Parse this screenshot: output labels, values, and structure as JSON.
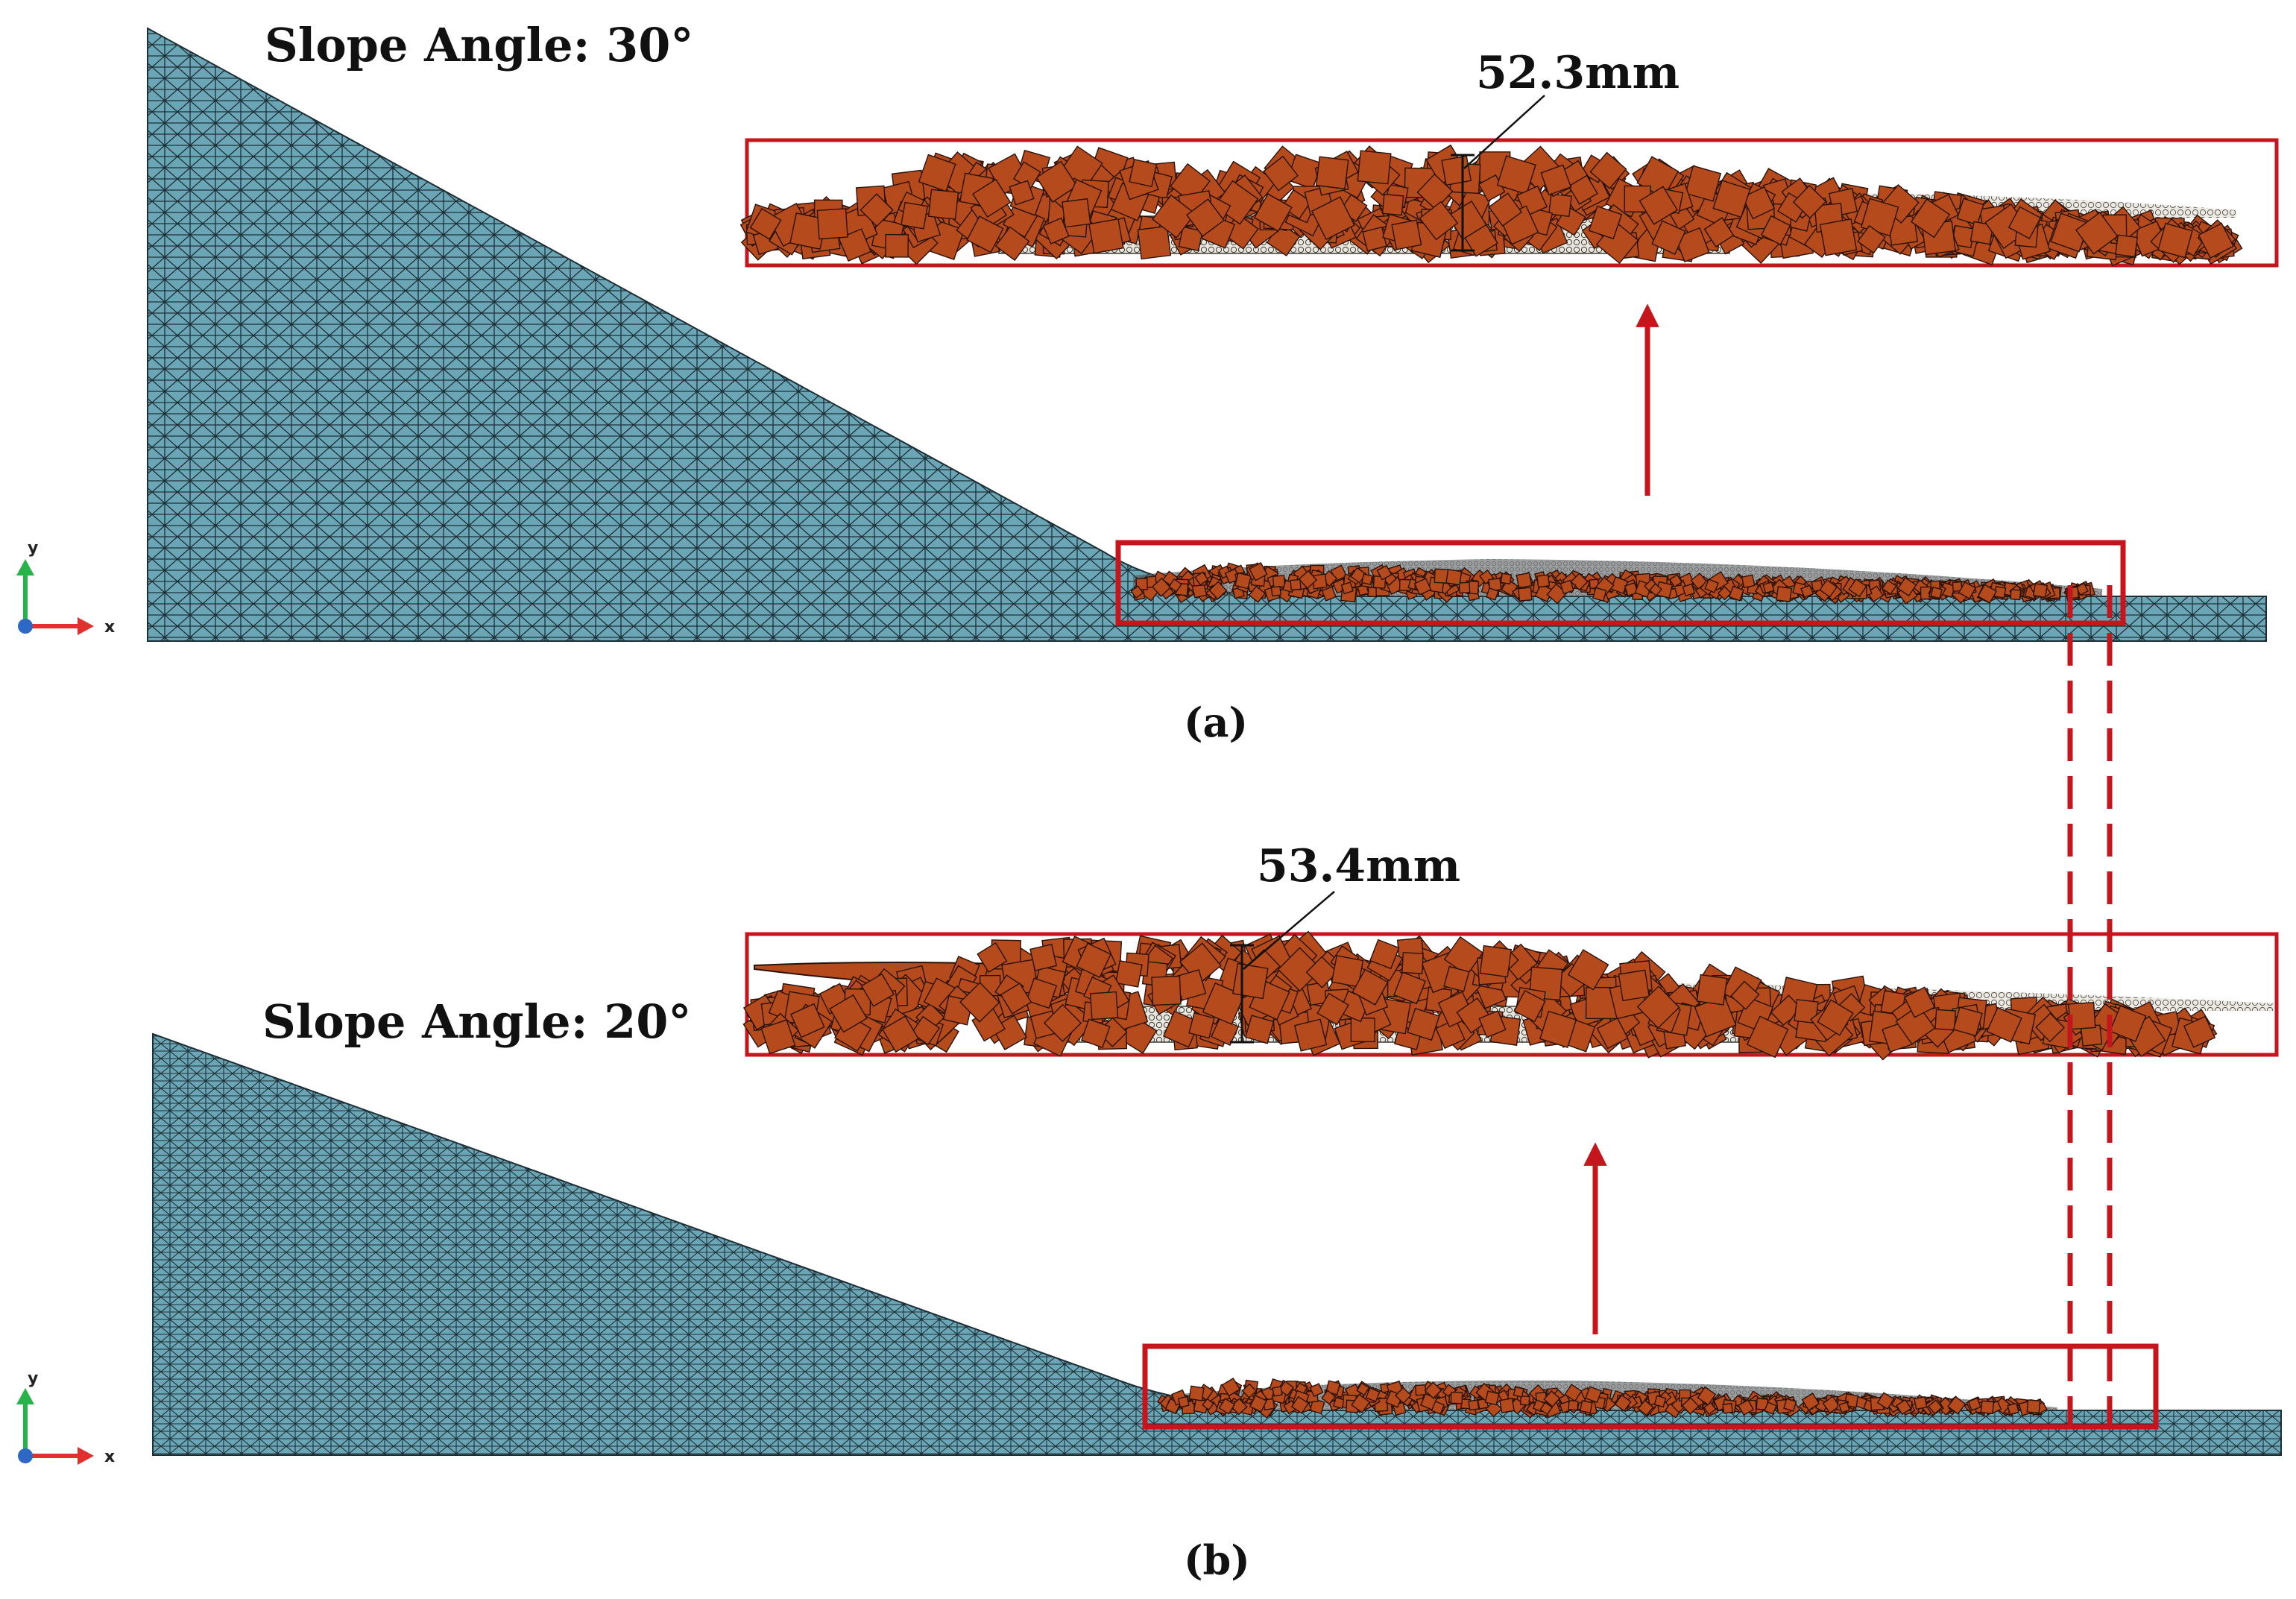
{
  "panels": [
    {
      "id": "a",
      "slope_label": "Slope Angle: 30°",
      "dimension_label": "52.3mm",
      "caption": "(a)",
      "slope_angle_deg": 30
    },
    {
      "id": "b",
      "slope_label": "Slope Angle: 20°",
      "dimension_label": "53.4mm",
      "caption": "(b)",
      "slope_angle_deg": 20
    }
  ],
  "axes_triad": {
    "y": "y",
    "x": "x"
  },
  "colors": {
    "mesh_fill": "#6ba6b6",
    "mesh_line": "#1d2f36",
    "block": "#b54a1c",
    "block_edge": "#2a1208",
    "particle": "#e9e6de",
    "frame": "#c4161c",
    "axis_y": "#27b34a",
    "axis_x": "#e03030",
    "axis_z": "#2d68c4"
  }
}
